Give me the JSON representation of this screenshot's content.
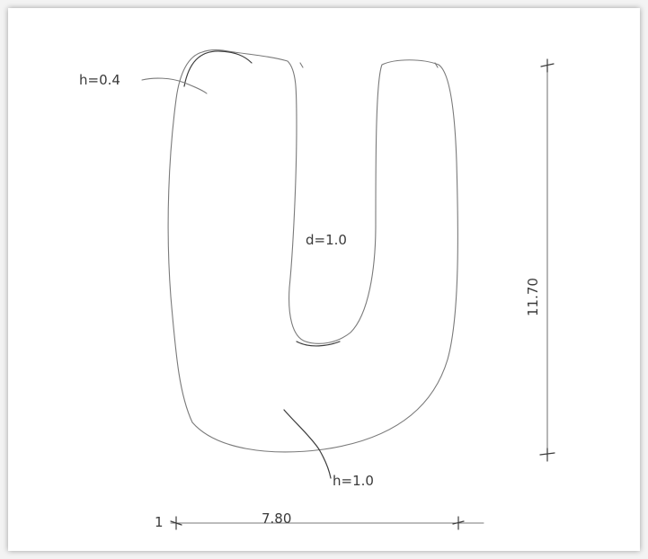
{
  "sketch": {
    "labels": {
      "outer_height": "h=0.4",
      "inner_depth": "d=1.0",
      "bottom_height": "h=1.0",
      "overall_height": "11.70",
      "overall_width": "7.80",
      "width_left_tick": "1"
    }
  }
}
